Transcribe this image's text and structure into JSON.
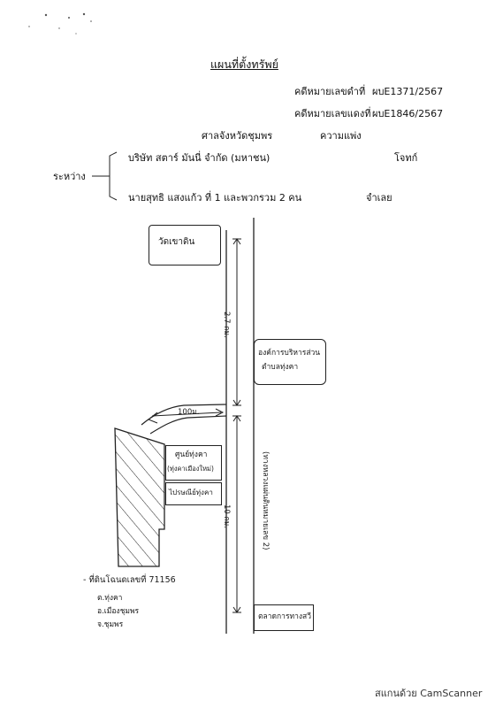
{
  "header": {
    "title": "แผนที่ตั้งทรัพย์",
    "black_case_label": "คดีหมายเลขดำที่",
    "black_case_no": "ผบE1371/2567",
    "red_case_label": "คดีหมายเลขแดงที่",
    "red_case_no": "ผบE1846/2567",
    "court": "ศาลจังหวัดชุมพร",
    "case_type": "ความแพ่ง"
  },
  "parties": {
    "between_label": "ระหว่าง",
    "plaintiff_name": "บริษัท สตาร์ มันนี่ จำกัด (มหาชน)",
    "plaintiff_role": "โจทก์",
    "defendant_name": "นายสุทธิ แสงแก้ว ที่ 1 และพวกรวม 2 คน",
    "defendant_role": "จำเลย"
  },
  "map": {
    "temple": "วัดเขาดิน",
    "admin_office": [
      "องค์การบริหารส่วน",
      "ตำบลทุ่งคา"
    ],
    "distance_upper": "2.7 กม.",
    "distance_branch": "100ม.",
    "distance_lower": "10 กม.",
    "road": "(ทางหลวงแผ่นดินหมายเลข 2)",
    "health_center": [
      "ศูนย์ทุ่งคา",
      "(ทุ่งคาเมืองใหม่)"
    ],
    "post_office": "ไปรษณีย์ทุ่งคา",
    "police": "ตลาดการทางสวี",
    "land_title": "- ที่ดินโฉนดเลขที่ 71156",
    "location_lines": [
      "ต.ทุ่งคา",
      "อ.เมืองชุมพร",
      "จ.ชุมพร"
    ]
  },
  "footer": {
    "scanner": "สแกนด้วย CamScanner"
  }
}
